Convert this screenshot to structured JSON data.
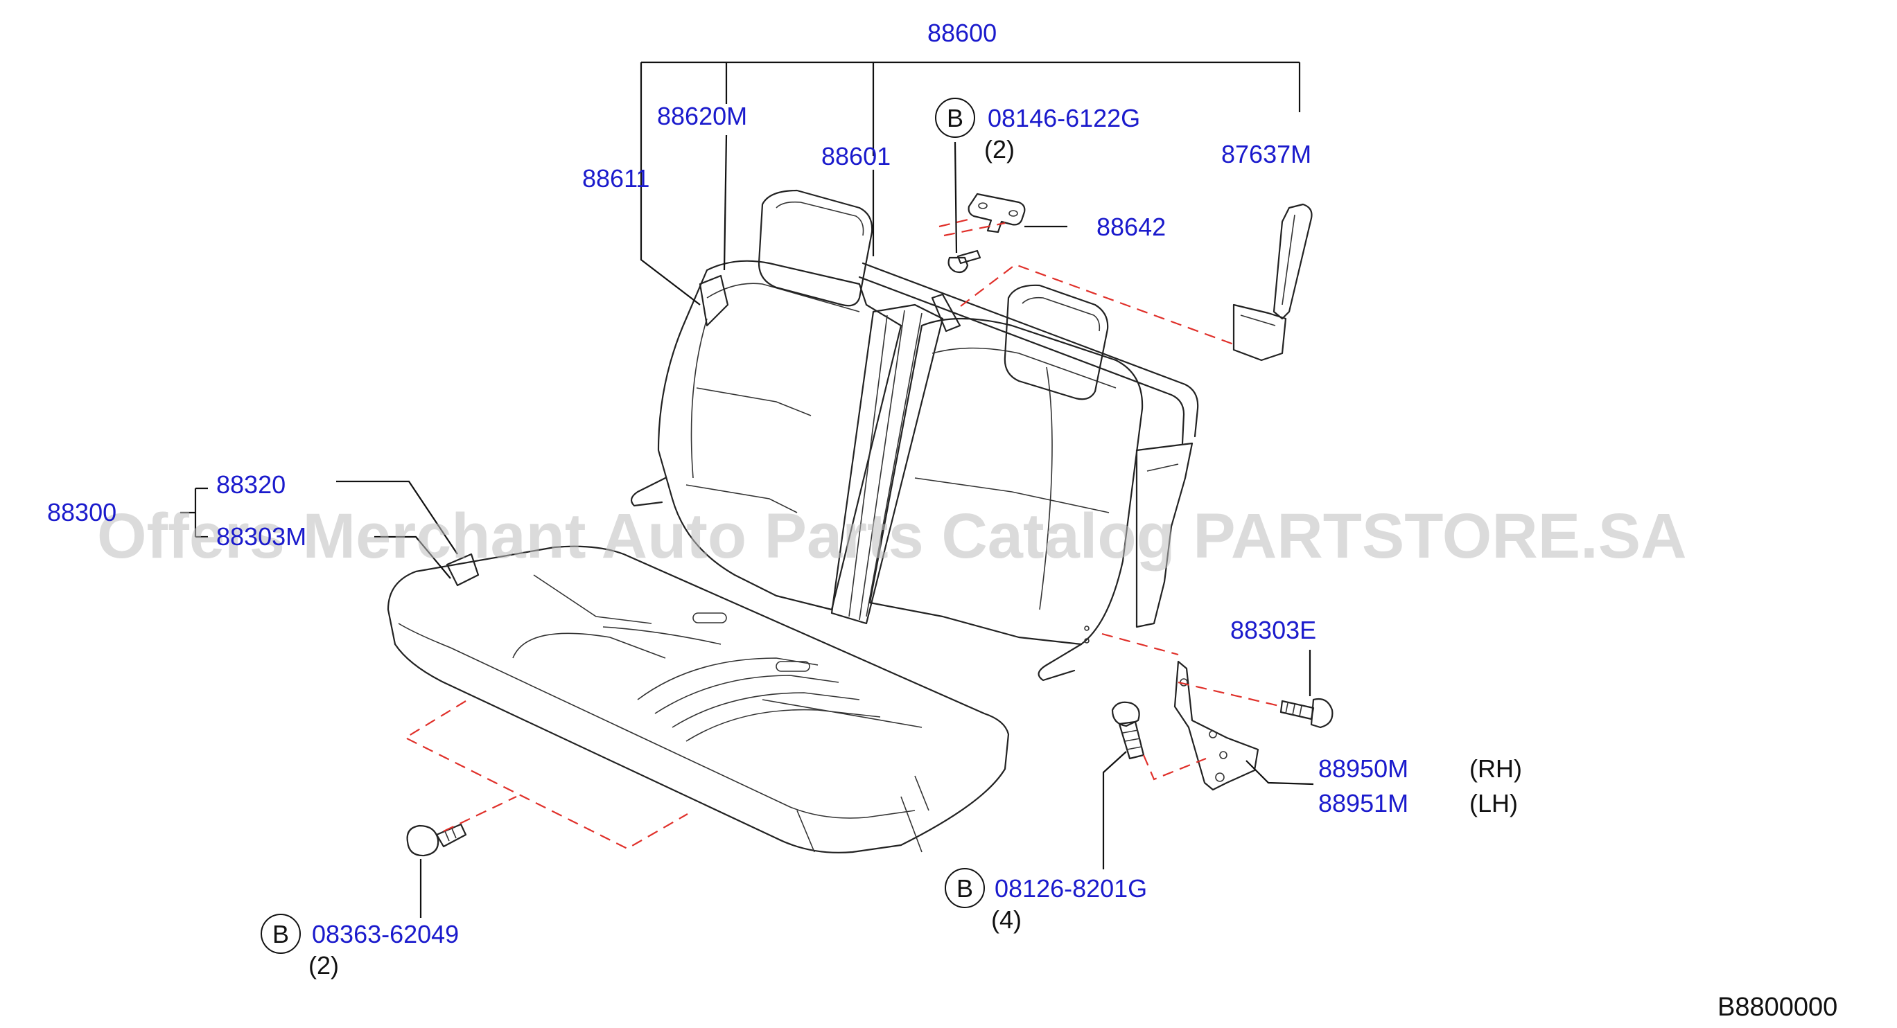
{
  "callouts": {
    "assembly": "88600",
    "p88620m": "88620M",
    "p88611": "88611",
    "p88601": "88601",
    "p87637m": "87637M",
    "p88642": "88642",
    "bolt_top": "08146-6122G",
    "bolt_top_qty": "(2)",
    "p88320": "88320",
    "p88300": "88300",
    "p88303m": "88303M",
    "p88303e": "88303E",
    "p88950m": "88950M",
    "p88950m_side": "(RH)",
    "p88951m": "88951M",
    "p88951m_side": "(LH)",
    "bolt_mid": "08126-8201G",
    "bolt_mid_qty": "(4)",
    "bolt_bot": "08363-62049",
    "bolt_bot_qty": "(2)",
    "bolt_marker": "B"
  },
  "watermark": "Offers Merchant Auto Parts Catalog PARTSTORE.SA",
  "figure_ref": "B8800000",
  "colors": {
    "part_number": "#1a1acc",
    "dashed_leader": "#e0302a",
    "watermark": "#bdbdbd"
  }
}
